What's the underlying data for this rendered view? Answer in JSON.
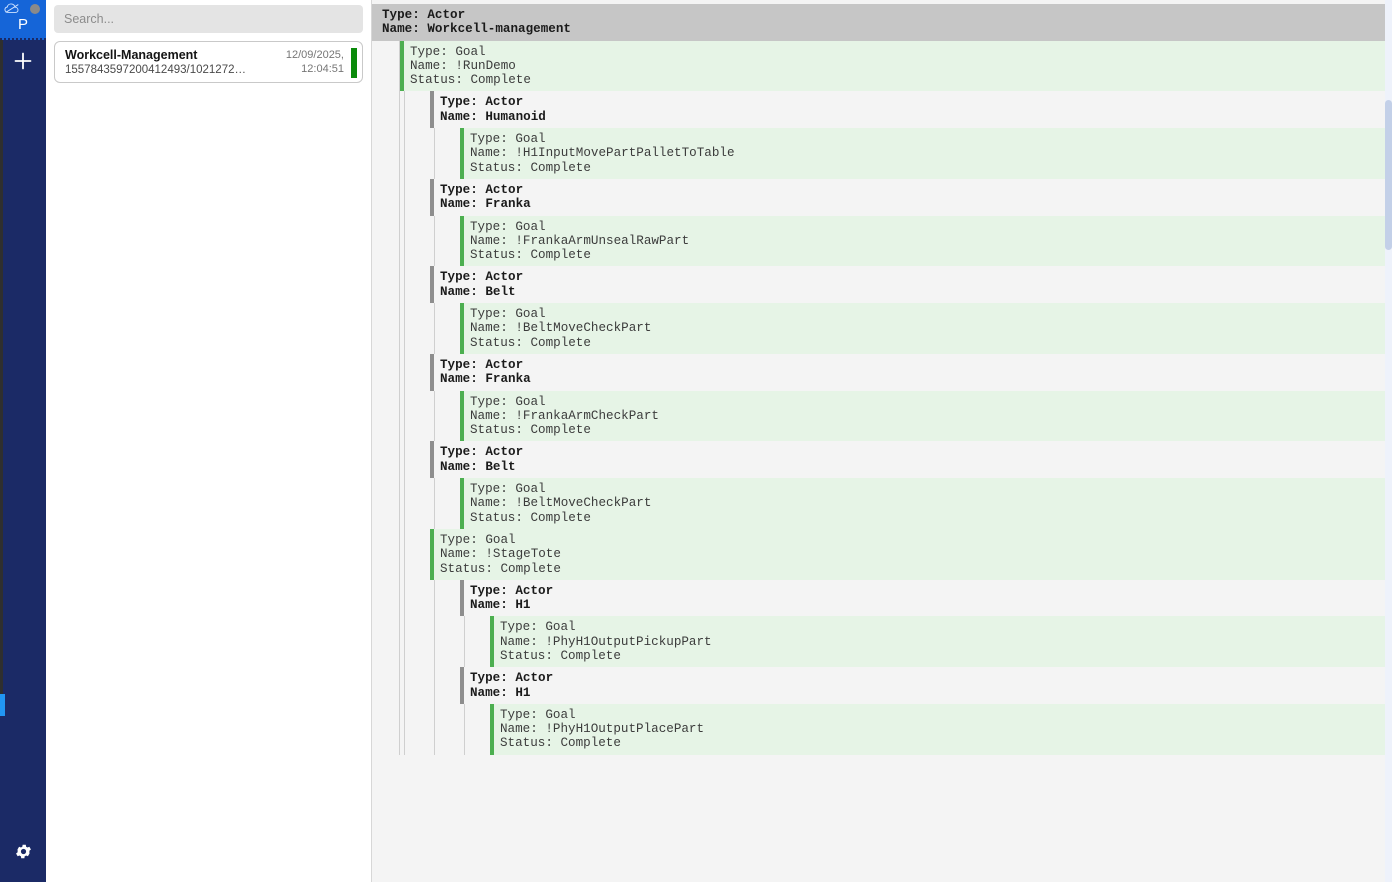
{
  "rail": {
    "app_tile_letter": "P",
    "app_tile_color": "#1565d8",
    "background_color": "#1b2a66",
    "cloud_icon": "cloud-icon",
    "status_dot": "status-dot-icon",
    "add_icon": "plus-icon",
    "settings_icon": "gear-icon",
    "edge_marker_color": "#2196f3"
  },
  "sidebar": {
    "search": {
      "placeholder": "Search...",
      "value": ""
    },
    "sessions": [
      {
        "title": "Workcell-Management",
        "subtitle": "1557843597200412493/1021272…",
        "date": "12/09/2025,",
        "time": "12:04:51",
        "status_color": "#0a8a0a"
      }
    ]
  },
  "tree": {
    "root": {
      "kind": "root",
      "lines": [
        "Type: Actor",
        "Name: Workcell-management"
      ],
      "children": [
        {
          "kind": "goal",
          "lines": [
            "Type: Goal",
            "Name: !RunDemo",
            "Status: Complete"
          ],
          "children": [
            {
              "kind": "actor",
              "lines": [
                "Type: Actor",
                "Name: Humanoid"
              ],
              "children": [
                {
                  "kind": "goal",
                  "lines": [
                    "Type: Goal",
                    "Name: !H1InputMovePartPalletToTable",
                    "Status: Complete"
                  ],
                  "children": []
                }
              ]
            },
            {
              "kind": "actor",
              "lines": [
                "Type: Actor",
                "Name: Franka"
              ],
              "children": [
                {
                  "kind": "goal",
                  "lines": [
                    "Type: Goal",
                    "Name: !FrankaArmUnsealRawPart",
                    "Status: Complete"
                  ],
                  "children": []
                }
              ]
            },
            {
              "kind": "actor",
              "lines": [
                "Type: Actor",
                "Name: Belt"
              ],
              "children": [
                {
                  "kind": "goal",
                  "lines": [
                    "Type: Goal",
                    "Name: !BeltMoveCheckPart",
                    "Status: Complete"
                  ],
                  "children": []
                }
              ]
            },
            {
              "kind": "actor",
              "lines": [
                "Type: Actor",
                "Name: Franka"
              ],
              "children": [
                {
                  "kind": "goal",
                  "lines": [
                    "Type: Goal",
                    "Name: !FrankaArmCheckPart",
                    "Status: Complete"
                  ],
                  "children": []
                }
              ]
            },
            {
              "kind": "actor",
              "lines": [
                "Type: Actor",
                "Name: Belt"
              ],
              "children": [
                {
                  "kind": "goal",
                  "lines": [
                    "Type: Goal",
                    "Name: !BeltMoveCheckPart",
                    "Status: Complete"
                  ],
                  "children": []
                }
              ]
            },
            {
              "kind": "goal",
              "lines": [
                "Type: Goal",
                "Name: !StageTote",
                "Status: Complete"
              ],
              "children": [
                {
                  "kind": "actor",
                  "lines": [
                    "Type: Actor",
                    "Name: H1"
                  ],
                  "children": [
                    {
                      "kind": "goal",
                      "lines": [
                        "Type: Goal",
                        "Name: !PhyH1OutputPickupPart",
                        "Status: Complete"
                      ],
                      "children": []
                    }
                  ]
                },
                {
                  "kind": "actor",
                  "lines": [
                    "Type: Actor",
                    "Name: H1"
                  ],
                  "children": [
                    {
                      "kind": "goal",
                      "lines": [
                        "Type: Goal",
                        "Name: !PhyH1OutputPlacePart",
                        "Status: Complete"
                      ],
                      "children": []
                    }
                  ]
                }
              ]
            }
          ]
        }
      ]
    }
  }
}
